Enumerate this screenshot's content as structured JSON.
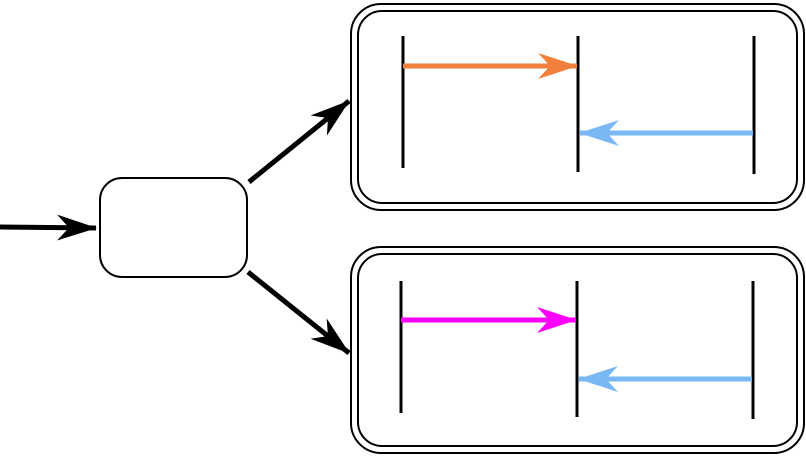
{
  "diagram": {
    "colors": {
      "stroke": "#000000",
      "background": "#ffffff",
      "orange_arrow": "#f0803c",
      "magenta_arrow": "#ff00ff",
      "blue_arrow": "#7ab8f5"
    },
    "nodes": [
      {
        "id": "source-box",
        "shape": "rounded-rect",
        "label": ""
      },
      {
        "id": "top-container",
        "shape": "double-rounded-rect",
        "label": ""
      },
      {
        "id": "bottom-container",
        "shape": "double-rounded-rect",
        "label": ""
      }
    ],
    "edges": [
      {
        "from": "input",
        "to": "source-box",
        "label": ""
      },
      {
        "from": "source-box",
        "to": "top-container",
        "label": ""
      },
      {
        "from": "source-box",
        "to": "bottom-container",
        "label": ""
      }
    ],
    "panels": [
      {
        "container": "top-container",
        "lifelines": 3,
        "messages": [
          {
            "from_lane": 1,
            "to_lane": 2,
            "color": "orange_arrow",
            "label": ""
          },
          {
            "from_lane": 3,
            "to_lane": 2,
            "color": "blue_arrow",
            "label": ""
          }
        ]
      },
      {
        "container": "bottom-container",
        "lifelines": 3,
        "messages": [
          {
            "from_lane": 1,
            "to_lane": 2,
            "color": "magenta_arrow",
            "label": ""
          },
          {
            "from_lane": 3,
            "to_lane": 2,
            "color": "blue_arrow",
            "label": ""
          }
        ]
      }
    ]
  }
}
